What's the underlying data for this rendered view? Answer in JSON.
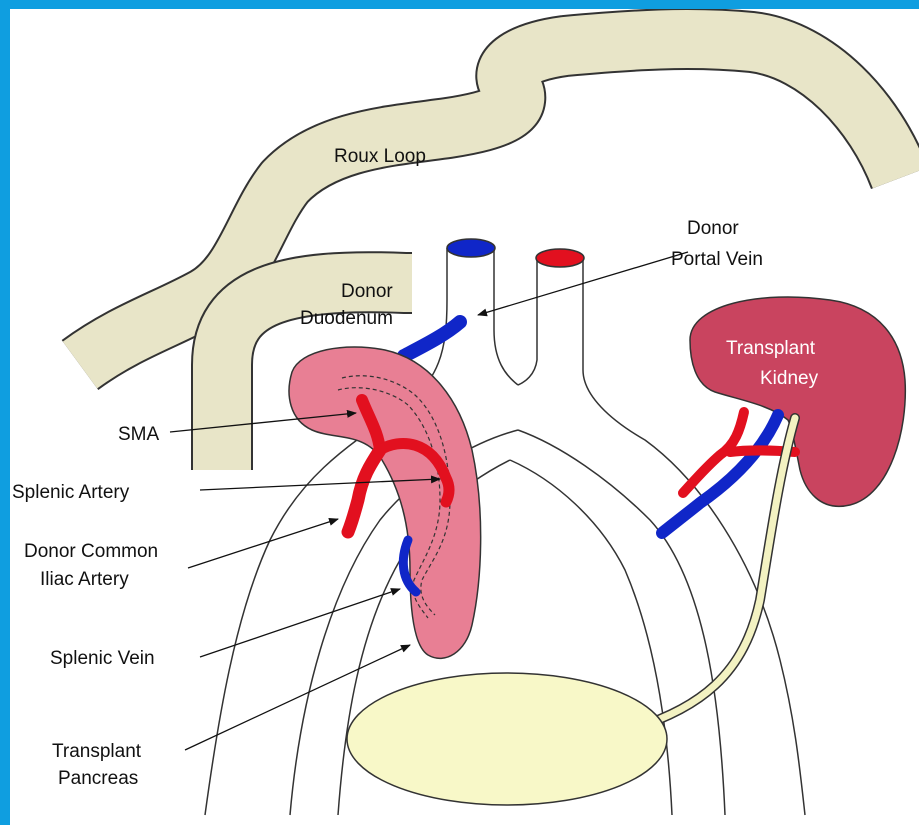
{
  "colors": {
    "frame": "#0f9ee0",
    "bowel": "#e8e5c8",
    "pancreas": "#e87f94",
    "kidney": "#c9445f",
    "artery": "#e2101f",
    "vein": "#1026c8",
    "bladder": "#f8f8c8",
    "ureter": "#f3f2c2"
  },
  "icons": [
    "arrow-icon"
  ],
  "labels": {
    "roux_loop": "Roux Loop",
    "donor_portal_vein_1": "Donor",
    "donor_portal_vein_2": "Portal Vein",
    "donor_duodenum_1": "Donor",
    "donor_duodenum_2": "Duodenum",
    "transplant_kidney_1": "Transplant",
    "transplant_kidney_2": "Kidney",
    "sma": "SMA",
    "splenic_artery": "Splenic Artery",
    "donor_common_iliac_1": "Donor Common",
    "donor_common_iliac_2": "Iliac Artery",
    "splenic_vein": "Splenic Vein",
    "transplant_pancreas_1": "Transplant",
    "transplant_pancreas_2": "Pancreas"
  }
}
